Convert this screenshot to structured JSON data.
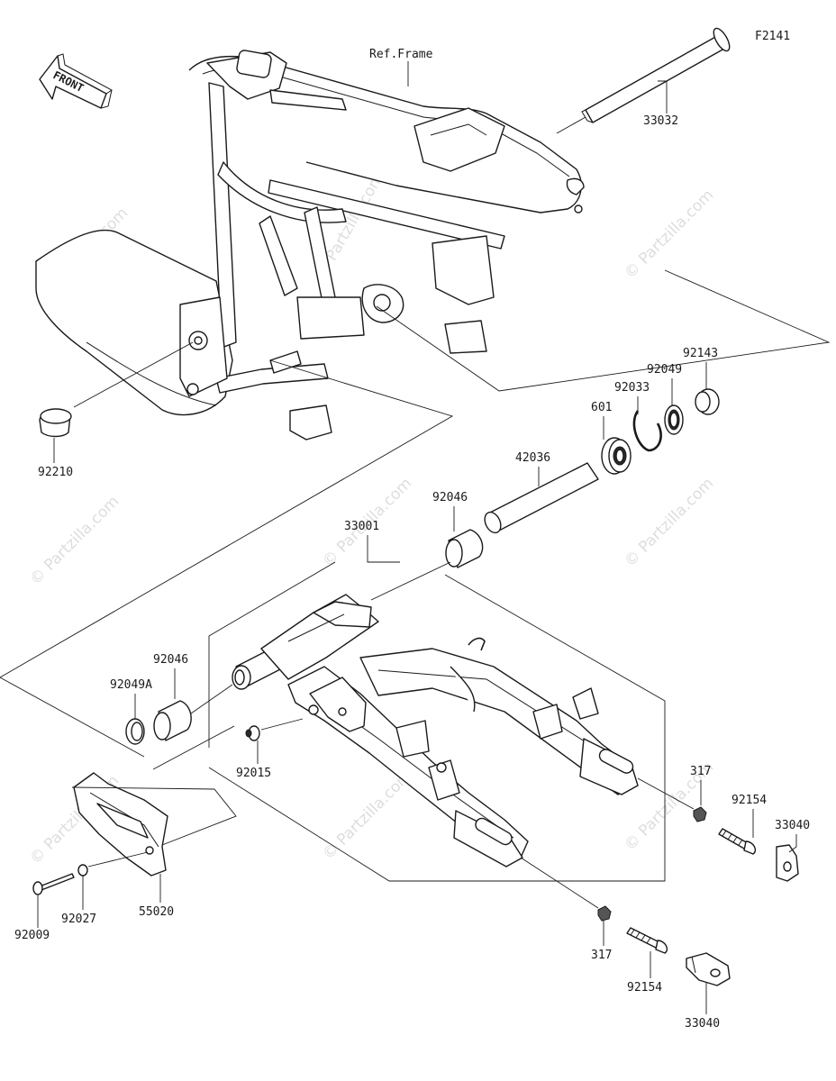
{
  "figure_code": "F2141",
  "ref_frame_label": "Ref.Frame",
  "front_label": "FRONT",
  "watermark": "© Partzilla.com",
  "parts": {
    "p33032": "33032",
    "p92210": "92210",
    "p92143": "92143",
    "p92049": "92049",
    "p92033": "92033",
    "p601": "601",
    "p42036": "42036",
    "p92046_top": "92046",
    "p33001": "33001",
    "p92046_left": "92046",
    "p92049A": "92049A",
    "p92015": "92015",
    "p317_top": "317",
    "p92154_top": "92154",
    "p33040_top": "33040",
    "p55020": "55020",
    "p92009": "92009",
    "p92027": "92027",
    "p317_bottom": "317",
    "p92154_bottom": "92154",
    "p33040_bottom": "33040"
  }
}
